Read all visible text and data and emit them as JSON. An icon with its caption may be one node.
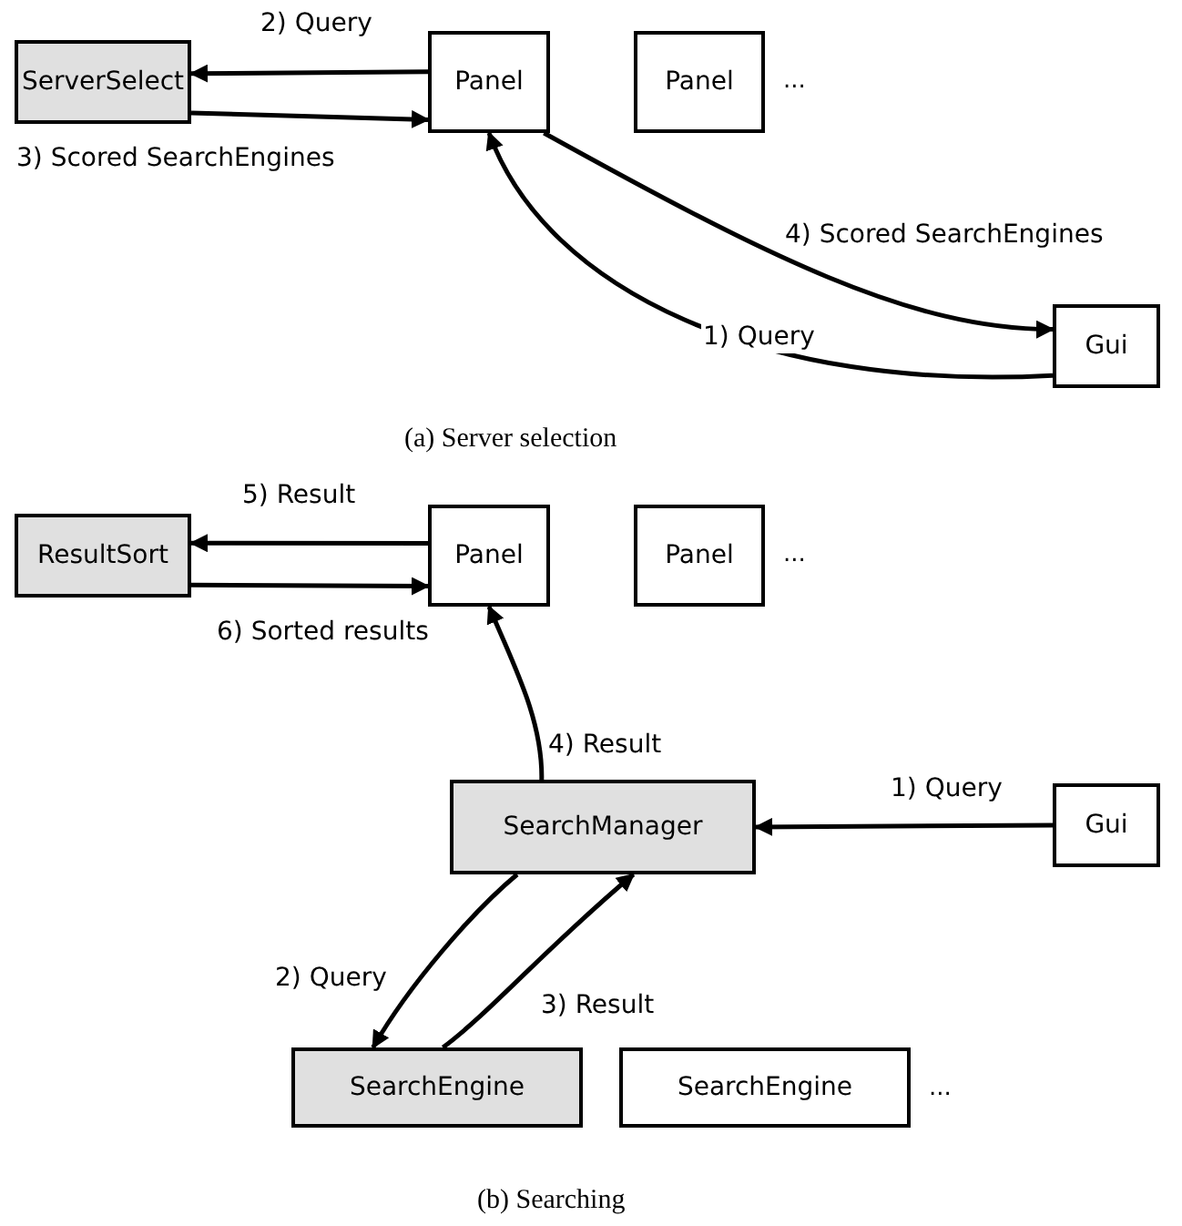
{
  "diagram": {
    "nodes": [
      {
        "text": [
          "ServerSelect"
        ]
      },
      {
        "text": [
          "Panel"
        ]
      },
      {
        "text": [
          "Panel"
        ]
      },
      {
        "text": [
          "Gui"
        ]
      },
      {
        "text": [
          "ResultSort"
        ]
      },
      {
        "text": [
          "Panel"
        ]
      },
      {
        "text": [
          "Panel"
        ]
      },
      {
        "text": [
          "SearchManager"
        ]
      },
      {
        "text": [
          "Gui"
        ]
      },
      {
        "text": [
          "SearchEngine"
        ]
      },
      {
        "text": [
          "SearchEngine"
        ]
      }
    ],
    "edges": [
      {
        "from": 1,
        "to": 0,
        "arrow": "to",
        "label": "2) Query"
      },
      {
        "from": 0,
        "to": 1,
        "arrow": "to",
        "label": "3) Scored SearchEngines"
      },
      {
        "from": 1,
        "to": 3,
        "arrow": "to",
        "label": "4) Scored SearchEngines"
      },
      {
        "from": 3,
        "to": 1,
        "arrow": "to",
        "label": "1) Query"
      },
      {
        "from": 5,
        "to": 4,
        "arrow": "to",
        "label": "5) Result"
      },
      {
        "from": 4,
        "to": 5,
        "arrow": "to",
        "label": "6) Sorted results"
      },
      {
        "from": 7,
        "to": 5,
        "arrow": "to",
        "label": "4) Result"
      },
      {
        "from": 8,
        "to": 7,
        "arrow": "to",
        "label": "1) Query"
      },
      {
        "from": 7,
        "to": 9,
        "arrow": "to",
        "label": "2) Query"
      },
      {
        "from": 9,
        "to": 7,
        "arrow": "to",
        "label": "3) Result"
      }
    ],
    "labels": [
      "...",
      "(a) Server selection",
      "...",
      "...",
      "(b) Searching"
    ]
  }
}
